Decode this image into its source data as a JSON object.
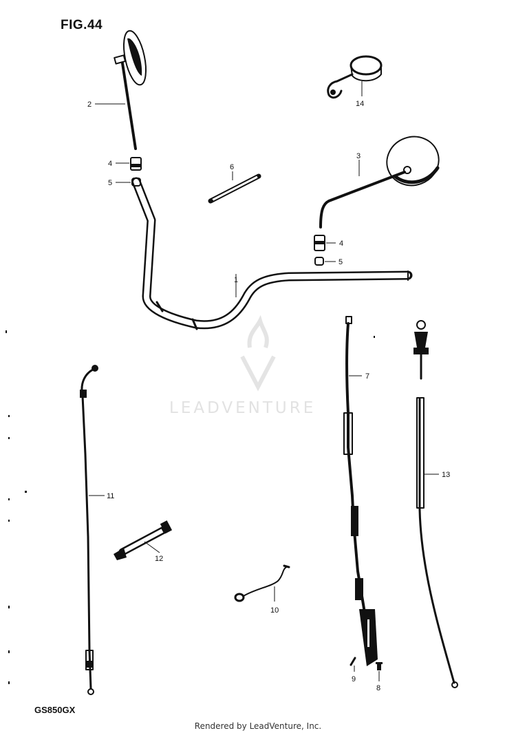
{
  "header": {
    "figure_label": "FIG.44"
  },
  "footer": {
    "model_code": "GS850GX",
    "rendered_by": "Rendered by LeadVenture, Inc."
  },
  "watermark": {
    "text": "LEADVENTURE",
    "color": "#e2e2e2"
  },
  "callouts": [
    {
      "id": "c2",
      "text": "2"
    },
    {
      "id": "c4a",
      "text": "4"
    },
    {
      "id": "c5a",
      "text": "5"
    },
    {
      "id": "c6",
      "text": "6"
    },
    {
      "id": "c3",
      "text": "3"
    },
    {
      "id": "c4b",
      "text": "4"
    },
    {
      "id": "c5b",
      "text": "5"
    },
    {
      "id": "c1",
      "text": "1"
    },
    {
      "id": "c14",
      "text": "14"
    },
    {
      "id": "c7",
      "text": "7"
    },
    {
      "id": "c13",
      "text": "13"
    },
    {
      "id": "c11",
      "text": "11"
    },
    {
      "id": "c12",
      "text": "12"
    },
    {
      "id": "c10",
      "text": "10"
    },
    {
      "id": "c9",
      "text": "9"
    },
    {
      "id": "c8",
      "text": "8"
    }
  ]
}
